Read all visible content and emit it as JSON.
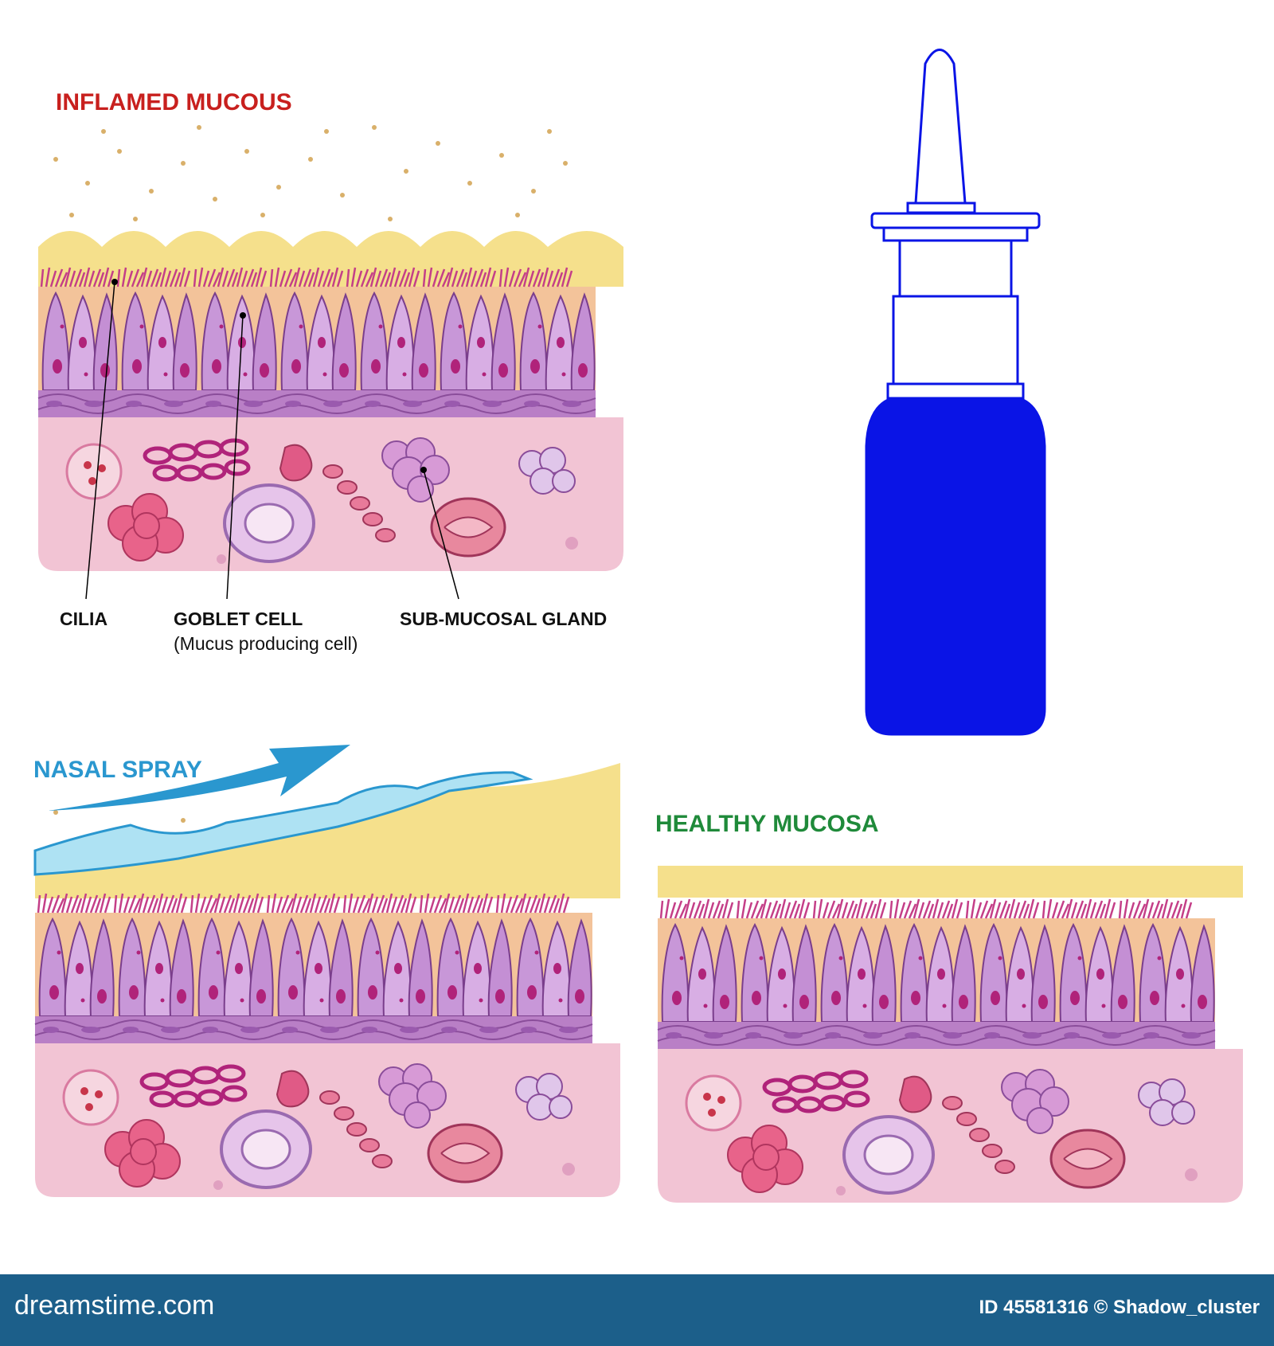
{
  "labels": {
    "inflamed_title": "INFLAMED MUCOUS",
    "cilia": "CILIA",
    "goblet": "GOBLET CELL",
    "goblet_sub": "(Mucus producing cell)",
    "gland": "SUB-MUCOSAL GLAND",
    "nasal_spray": "NASAL SPRAY",
    "healthy_title": "HEALTHY MUCOSA"
  },
  "footer": {
    "brand": "dreamstime.com",
    "credit": "ID 45581316 © Shadow_cluster"
  },
  "colors": {
    "inflamed": "#c8201e",
    "spray": "#2a97cf",
    "healthy": "#1f8a3a",
    "bottle": "#0a14e6",
    "mucus": "#f5e08c",
    "epithelium": "#c89bd6",
    "tissue": "#f2c4d4",
    "footer": "#1c5f8a"
  }
}
